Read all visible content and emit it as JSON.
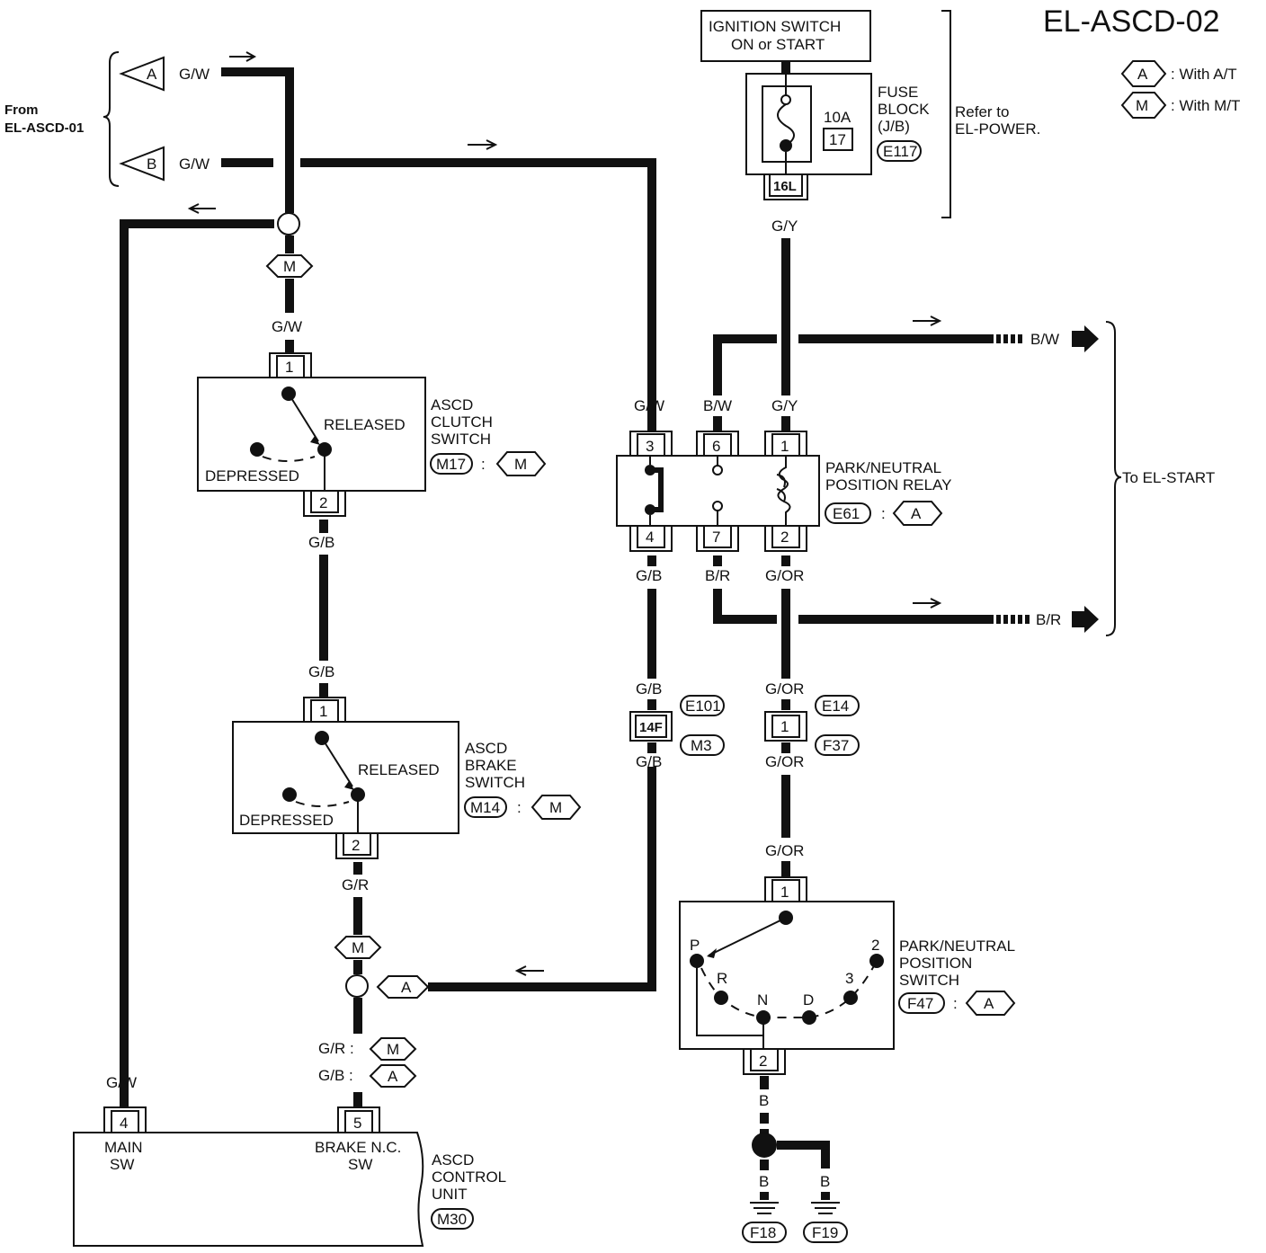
{
  "diagram_id": "EL-ASCD-02",
  "legend": {
    "A_sym": "A",
    "A_text": ": With A/T",
    "M_sym": "M",
    "M_text": ": With M/T"
  },
  "from_label": [
    "From",
    "EL-ASCD-01"
  ],
  "ignition": {
    "lines": [
      "IGNITION SWITCH",
      "ON or START"
    ]
  },
  "fuse": {
    "lines": [
      "FUSE",
      "BLOCK",
      "(J/B)"
    ],
    "amps": "10A",
    "num": "17",
    "conn": "E117",
    "terminal": "16L",
    "refer": [
      "Refer to",
      "EL-POWER."
    ]
  },
  "relay": {
    "name": [
      "PARK/NEUTRAL",
      "POSITION RELAY"
    ],
    "conn": "E61",
    "variant": "A",
    "pins": [
      "3",
      "6",
      "1",
      "4",
      "7",
      "2"
    ]
  },
  "clutch_switch": {
    "name": [
      "ASCD",
      "CLUTCH",
      "SWITCH"
    ],
    "conn": "M17",
    "variant": "M",
    "released": "RELEASED",
    "depressed": "DEPRESSED",
    "pin_top": "1",
    "pin_bottom": "2"
  },
  "brake_switch": {
    "name": [
      "ASCD",
      "BRAKE",
      "SWITCH"
    ],
    "conn": "M14",
    "variant": "M",
    "released": "RELEASED",
    "depressed": "DEPRESSED",
    "pin_top": "1",
    "pin_bottom": "2"
  },
  "pn_switch": {
    "name": [
      "PARK/NEUTRAL",
      "POSITION",
      "SWITCH"
    ],
    "conn": "F47",
    "variant": "A",
    "positions": [
      "P",
      "R",
      "N",
      "D",
      "3",
      "2"
    ],
    "pin_top": "1",
    "pin_bottom": "2"
  },
  "control_unit": {
    "name": [
      "ASCD",
      "CONTROL",
      "UNIT"
    ],
    "conn": "M30",
    "pin_main": "4",
    "pin_brake": "5",
    "main_label": [
      "MAIN",
      "SW"
    ],
    "brake_label": [
      "BRAKE N.C.",
      "SW"
    ]
  },
  "wires": {
    "gw": "G/W",
    "gb": "G/B",
    "gr": "G/R",
    "gy": "G/Y",
    "bw": "B/W",
    "br": "B/R",
    "gor": "G/OR",
    "b": "B"
  },
  "to_start": "To EL-START",
  "connectors": {
    "c14f": "14F",
    "e101": "E101",
    "m3": "M3",
    "c1": "1",
    "e14": "E14",
    "f37": "F37"
  },
  "grounds": [
    "F18",
    "F19"
  ],
  "gr_variant": "G/R :",
  "gb_variant": "G/B :"
}
